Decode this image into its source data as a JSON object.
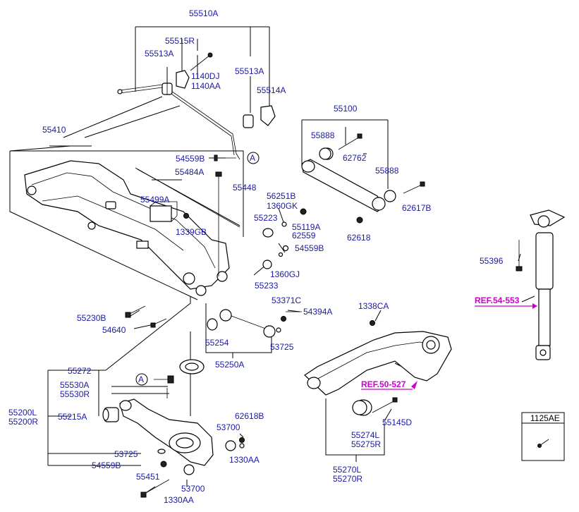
{
  "labels": {
    "p55510A": "55510A",
    "p55515R": "55515R",
    "p55513A_l": "55513A",
    "p1140DJ": "1140DJ",
    "p1140AA": "1140AA",
    "p55513A_r": "55513A",
    "p55514A": "55514A",
    "p55410": "55410",
    "p54559B_top": "54559B",
    "pA_top": "A",
    "p55484A": "55484A",
    "p55448": "55448",
    "p55499A": "55499A",
    "p1339GB": "1339GB",
    "p56251B": "56251B",
    "p1360GK": "1360GK",
    "p55223": "55223",
    "p55119A": "55119A",
    "p62559": "62559",
    "p54559B_mid": "54559B",
    "p1360GJ": "1360GJ",
    "p55233": "55233",
    "p55100": "55100",
    "p55888_top": "55888",
    "p62762": "62762",
    "p55888_bot": "55888",
    "p62617B": "62617B",
    "p62618_mid": "62618",
    "p55396": "55396",
    "ref54553": "REF.54-553",
    "p53371C": "53371C",
    "p54394A": "54394A",
    "p55230B": "55230B",
    "p54640": "54640",
    "p55254": "55254",
    "p53725_mid": "53725",
    "p55250A": "55250A",
    "p1338CA": "1338CA",
    "ref50527": "REF.50-527",
    "p55272": "55272",
    "p55530A": "55530A",
    "p55530R": "55530R",
    "pA_bot": "A",
    "p55200L": "55200L",
    "p55200R": "55200R",
    "p55215A": "55215A",
    "p62618B": "62618B",
    "p53700_mid": "53700",
    "p1330AA_mid": "1330AA",
    "p53725_bot": "53725",
    "p54559B_bot": "54559B",
    "p55451": "55451",
    "p53700_bot": "53700",
    "p1330AA_bot": "1330AA",
    "p55274L": "55274L",
    "p55275R": "55275R",
    "p55145D": "55145D",
    "p55270L": "55270L",
    "p55270R": "55270R",
    "p1125AE": "1125AE"
  },
  "colors": {
    "part_number": "#1a1aa6",
    "reference": "#cc00cc",
    "line": "#000000"
  }
}
